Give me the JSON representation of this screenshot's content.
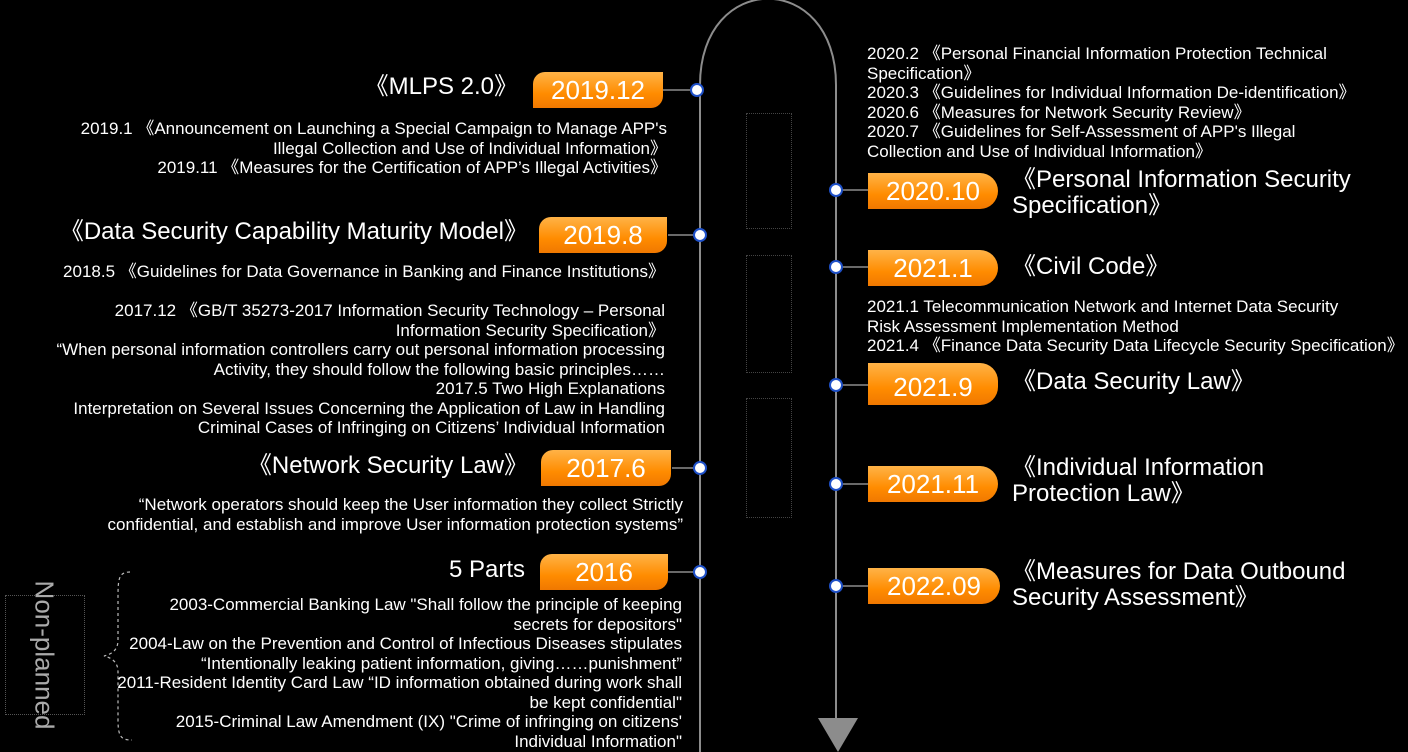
{
  "left_column": [
    {
      "date": "2019.12",
      "law": "《MLPS 2.0》",
      "notes": [
        "2019.1 《Announcement on Launching a Special Campaign to Manage APP's",
        "Illegal Collection and Use of Individual Information》",
        "2019.11 《Measures for the Certification of APP’s Illegal Activities》"
      ]
    },
    {
      "date": "2019.8",
      "law": "《Data Security Capability Maturity Model》",
      "notes": [
        "2018.5 《Guidelines for Data Governance in Banking and Finance Institutions》",
        "2017.12 《GB/T 35273-2017 Information Security Technology – Personal",
        "Information Security Specification》",
        "“When personal information controllers carry out personal information processing",
        "Activity, they should follow the following basic principles……",
        "2017.5 Two High Explanations",
        "Interpretation on Several Issues Concerning the Application of Law in Handling",
        "Criminal Cases of Infringing on Citizens’ Individual Information"
      ]
    },
    {
      "date": "2017.6",
      "law": "《Network Security Law》",
      "notes": [
        "“Network operators should keep the User information they collect Strictly",
        "confidential, and establish and improve User information protection systems”"
      ]
    },
    {
      "date": "2016",
      "law": "5 Parts",
      "notes": [
        "2003-Commercial Banking Law \"Shall follow the principle of keeping",
        "secrets for depositors\"",
        "2004-Law on the Prevention and Control of Infectious Diseases stipulates",
        "“Intentionally leaking patient information, giving……punishment”",
        "2011-Resident Identity Card Law “ID information obtained during work shall",
        "be kept confidential\"",
        "2015-Criminal Law Amendment (IX) \"Crime of infringing on citizens'",
        "Individual Information\""
      ]
    }
  ],
  "right_column": [
    {
      "notes": [
        "2020.2 《Personal Financial Information Protection Technical",
        "Specification》",
        "2020.3 《Guidelines for Individual Information De-identification》",
        "2020.6 《Measures for Network Security Review》",
        "2020.7 《Guidelines for Self-Assessment of APP's Illegal",
        "Collection and Use of Individual Information》"
      ]
    },
    {
      "date": "2020.10",
      "law": [
        "《Personal Information Security",
        "Specification》"
      ]
    },
    {
      "date": "2021.1",
      "law": [
        "《Civil Code》"
      ],
      "notes": [
        "2021.1 Telecommunication Network and Internet Data Security",
        "Risk Assessment Implementation Method",
        "2021.4 《Finance Data Security Data Lifecycle Security Specification》"
      ]
    },
    {
      "date": "2021.9",
      "law": [
        "《Data Security Law》"
      ]
    },
    {
      "date": "2021.11",
      "law": [
        "《Individual Information",
        "Protection Law》"
      ]
    },
    {
      "date": "2022.09",
      "law": [
        "《Measures for Data Outbound",
        "Security Assessment》"
      ]
    }
  ],
  "side_label": "Non-planned",
  "colors": {
    "accent": "#ff8c00",
    "line": "#8c8c8c",
    "dot_stroke": "#1e50c8",
    "background": "#000000"
  }
}
